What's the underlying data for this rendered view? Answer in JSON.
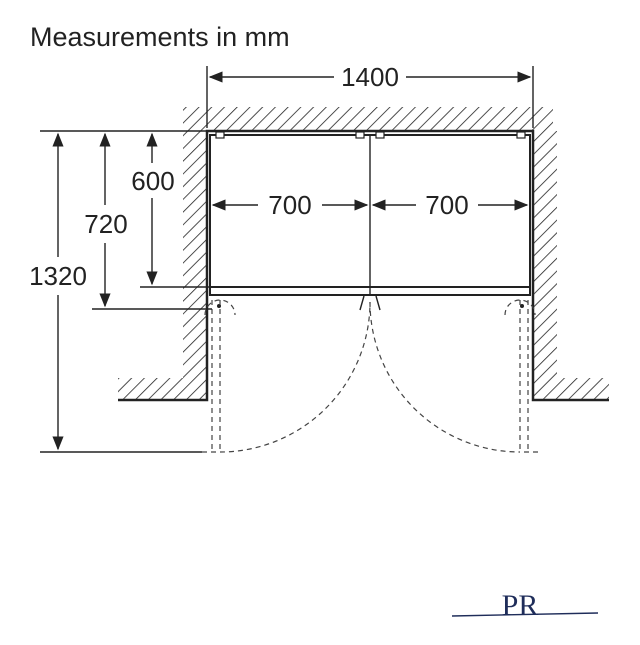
{
  "title": "Measurements in mm",
  "dimensions": {
    "total_width": "1400",
    "left_width": "700",
    "right_width": "700",
    "depth_600": "600",
    "depth_720": "720",
    "depth_1320": "1320"
  },
  "logo": {
    "text": "PR"
  },
  "icons": {
    "logo": "brand-monogram-icon"
  }
}
